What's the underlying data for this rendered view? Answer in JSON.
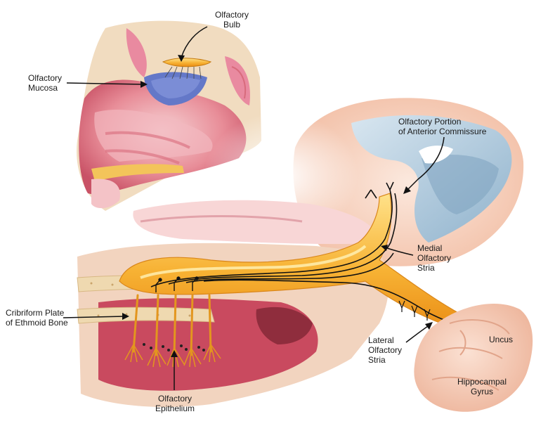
{
  "labels": {
    "olfactory_bulb": [
      "Olfactory",
      "Bulb"
    ],
    "olfactory_mucosa": [
      "Olfactory",
      "Mucosa"
    ],
    "anterior_commissure": [
      "Olfactory Portion",
      "of Anterior Commissure"
    ],
    "medial_stria": [
      "Medial",
      "Olfactory",
      "Stria"
    ],
    "cribriform_plate": [
      "Cribriform Plate",
      "of Ethmoid Bone"
    ],
    "lateral_stria": [
      "Lateral",
      "Olfactory",
      "Stria"
    ],
    "uncus": [
      "Uncus"
    ],
    "hippocampal_gyrus": [
      "Hippocampal",
      "Gyrus"
    ],
    "olfactory_epithelium": [
      "Olfactory",
      "Epithelium"
    ]
  },
  "colors": {
    "nasal_tissue": "#e0808f",
    "nasal_tissue_light": "#f4c3c7",
    "bone": "#efd9b0",
    "mucosa": "#6478c8",
    "olfactory_tract": "#f5a623",
    "tract_highlight": "#ffe07a",
    "commissure_blue": "#a9c6dc",
    "hippocampal": "#f2c5ae",
    "brain_tissue": "#f6cfc0",
    "nerve_line": "#111111"
  }
}
